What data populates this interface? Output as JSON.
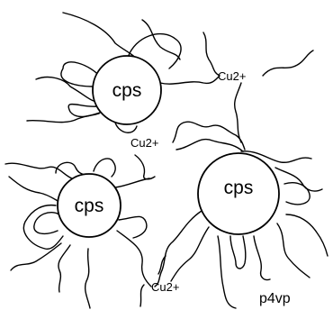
{
  "labels": {
    "particle_1": "cps",
    "particle_2": "cps",
    "particle_3": "cps",
    "ion_1": "Cu2+",
    "ion_2": "Cu2+",
    "ion_3": "Cu2+",
    "polymer": "p4vp"
  },
  "colors": {
    "ink": "#000000",
    "background": "#ffffff"
  }
}
